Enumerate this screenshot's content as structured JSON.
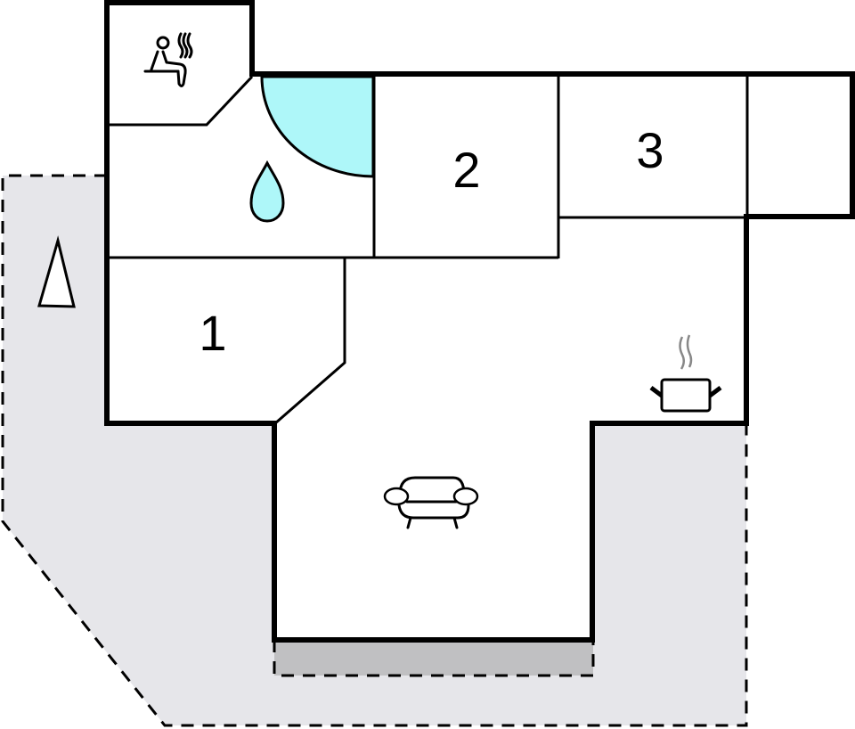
{
  "floorplan": {
    "colors": {
      "terrace_fill": "#e6e6ea",
      "covered_terrace_fill": "#c0c0c2",
      "water_fill": "#aef7f9",
      "wall": "#000000",
      "steam": "#888888"
    },
    "rooms": [
      {
        "id": "sauna",
        "label": "",
        "icon": "sauna-icon"
      },
      {
        "id": "bathroom",
        "label": "",
        "icon": "water-drop-icon"
      },
      {
        "id": "bedroom-1",
        "label": "1"
      },
      {
        "id": "bedroom-2",
        "label": "2"
      },
      {
        "id": "bedroom-3",
        "label": "3"
      },
      {
        "id": "storage",
        "label": ""
      },
      {
        "id": "kitchen",
        "label": "",
        "icon": "cooking-pot-icon"
      },
      {
        "id": "living-room",
        "label": "",
        "icon": "armchair-icon"
      }
    ],
    "outdoor": [
      {
        "id": "terrace",
        "style": "dashed-outline"
      },
      {
        "id": "covered-terrace",
        "style": "dashed-outline"
      }
    ],
    "north_arrow": {
      "icon": "north-arrow-icon"
    }
  }
}
